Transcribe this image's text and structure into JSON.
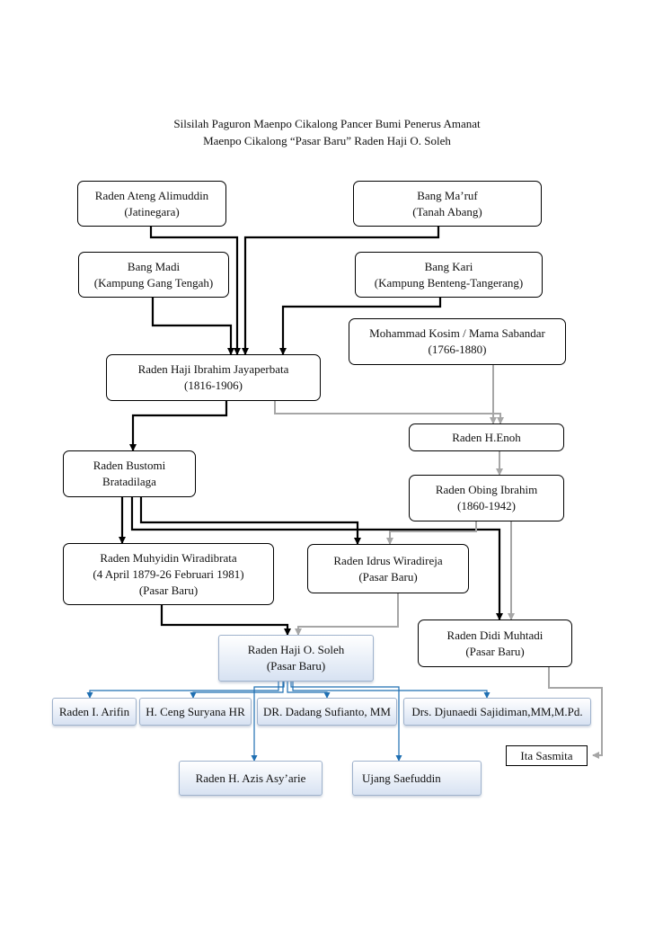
{
  "title": {
    "line1": "Silsilah Paguron Maenpo Cikalong Pancer Bumi Penerus Amanat",
    "line2": "Maenpo Cikalong “Pasar Baru” Raden Haji O. Soleh"
  },
  "nodes": {
    "ateng": {
      "name": "Raden Ateng Alimuddin",
      "sub": "(Jatinegara)"
    },
    "maruf": {
      "name": "Bang Ma’ruf",
      "sub": "(Tanah Abang)"
    },
    "madi": {
      "name": "Bang Madi",
      "sub": "(Kampung Gang Tengah)"
    },
    "kari": {
      "name": "Bang Kari",
      "sub": "(Kampung Benteng-Tangerang)"
    },
    "kosim": {
      "name": "Mohammad Kosim / Mama Sabandar",
      "sub": "(1766-1880)"
    },
    "ibrahim": {
      "name": "Raden Haji Ibrahim Jayaperbata",
      "sub": "(1816-1906)"
    },
    "enoh": {
      "name": "Raden H.Enoh"
    },
    "bustomi": {
      "name": "Raden Bustomi",
      "sub": "Bratadilaga"
    },
    "obing": {
      "name": "Raden Obing Ibrahim",
      "sub": "(1860-1942)"
    },
    "muhyidin": {
      "name": "Raden Muhyidin Wiradibrata",
      "sub": "(4 April 1879-26 Februari 1981)",
      "sub2": "(Pasar Baru)"
    },
    "idrus": {
      "name": "Raden Idrus Wiradireja",
      "sub": "(Pasar Baru)"
    },
    "didi": {
      "name": "Raden Didi Muhtadi",
      "sub": "(Pasar Baru)"
    },
    "soleh": {
      "name": "Raden Haji O. Soleh",
      "sub": "(Pasar Baru)"
    },
    "arifin": {
      "name": "Raden I. Arifin"
    },
    "ceng": {
      "name": "H. Ceng Suryana HR"
    },
    "dadang": {
      "name": "DR. Dadang Sufianto, MM"
    },
    "djunaedi": {
      "name": "Drs. Djunaedi Sajidiman,MM,M.Pd."
    },
    "ita": {
      "name": "Ita Sasmita"
    },
    "azis": {
      "name": "Raden H. Azis Asy’arie"
    },
    "ujang": {
      "name": "Ujang Saefuddin"
    }
  },
  "colors": {
    "black_line": "#000000",
    "gray_line": "#a6a6a6",
    "blue_line": "#1f6fb2",
    "box_border_blue": "#9fb2cc",
    "box_fill_blue": "#d7e2f2"
  }
}
